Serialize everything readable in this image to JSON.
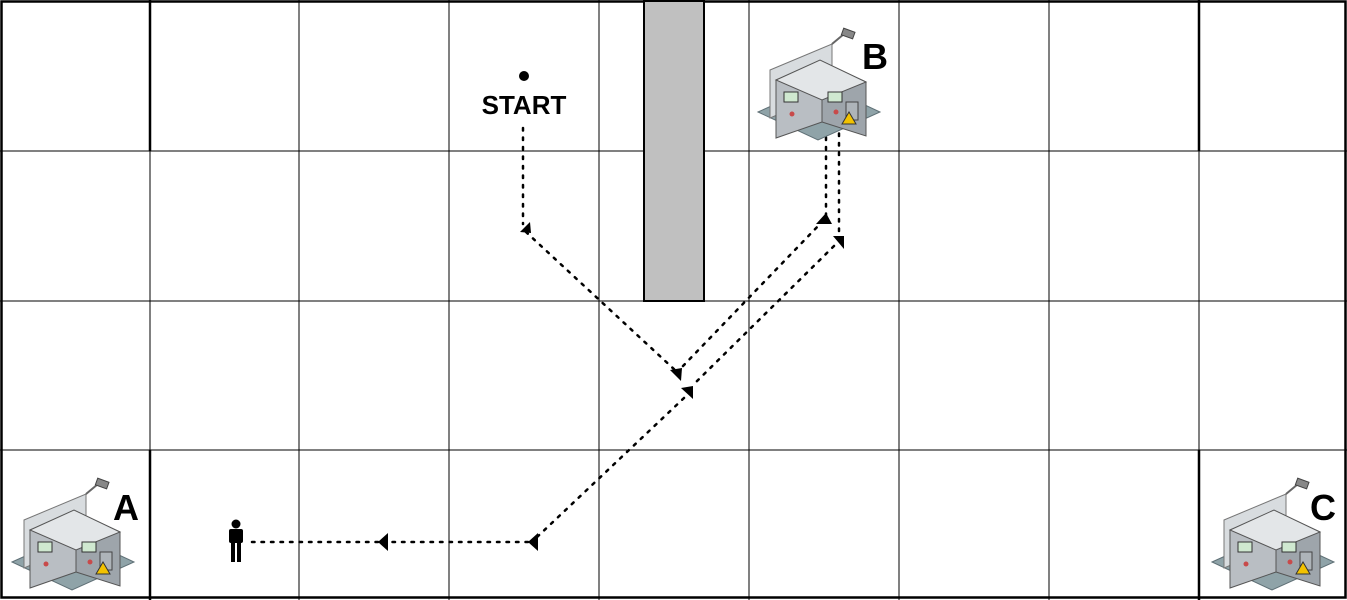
{
  "grid": {
    "cols": 9,
    "rows": 4
  },
  "labels": {
    "start": "START",
    "machine_a": "A",
    "machine_b": "B",
    "machine_c": "C"
  },
  "colors": {
    "grid_line": "#000000",
    "wall_fill": "#c0c0c0",
    "path": "#000000",
    "machine_body": "#b9bec3",
    "machine_floor": "#8fa3a8",
    "warning": "#f2c200"
  },
  "icons": {
    "start": "dot-icon",
    "person": "person-icon",
    "machine": "machine-icon"
  }
}
